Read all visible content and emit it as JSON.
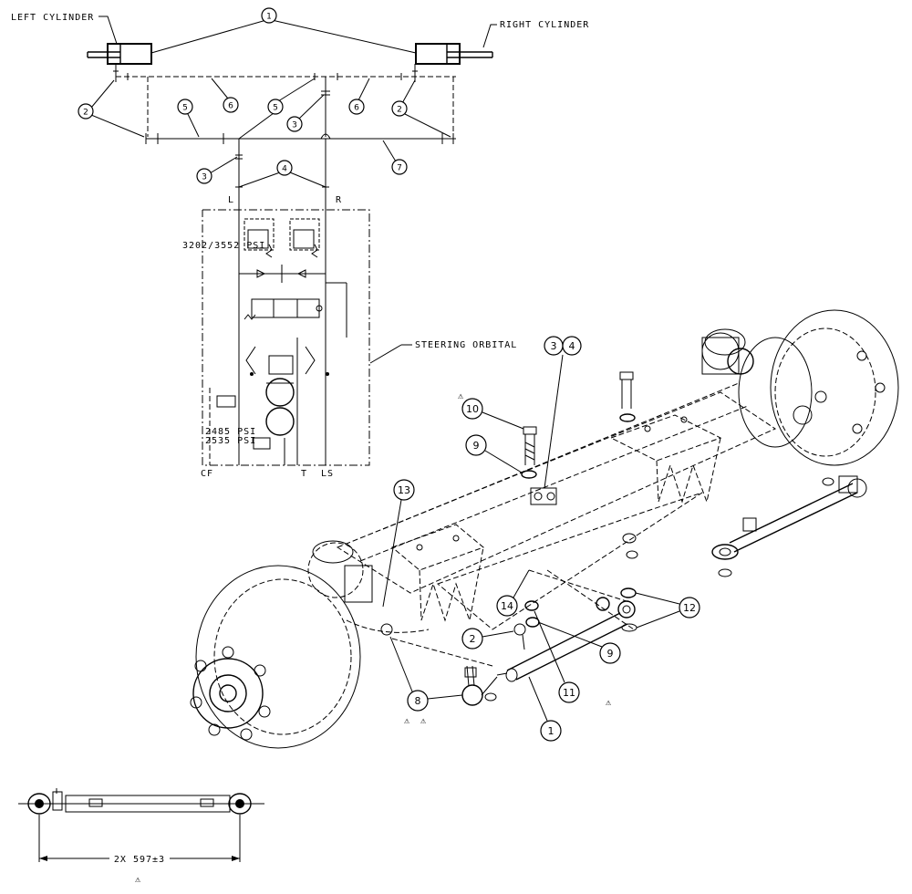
{
  "labels": {
    "left_cylinder": "LEFT CYLINDER",
    "right_cylinder": "RIGHT CYLINDER",
    "steering_orbital": "STEERING ORBITAL",
    "relief_pressure": "3202/3552 PSI",
    "pressure_2485": "2485 PSI",
    "pressure_2535": "2535 PSI",
    "port_l": "L",
    "port_r": "R",
    "port_cf": "CF",
    "port_t": "T",
    "port_ls": "LS",
    "dimension": "2X 597±3"
  },
  "schematic_callouts": [
    {
      "id": "c1",
      "text": "1"
    },
    {
      "id": "c2a",
      "text": "2"
    },
    {
      "id": "c2b",
      "text": "2"
    },
    {
      "id": "c3a",
      "text": "3"
    },
    {
      "id": "c3b",
      "text": "3"
    },
    {
      "id": "c4",
      "text": "4"
    },
    {
      "id": "c5a",
      "text": "5"
    },
    {
      "id": "c5b",
      "text": "5"
    },
    {
      "id": "c6a",
      "text": "6"
    },
    {
      "id": "c6b",
      "text": "6"
    },
    {
      "id": "c7",
      "text": "7"
    }
  ],
  "assembly_callouts": [
    {
      "id": "a1",
      "text": "1"
    },
    {
      "id": "a2",
      "text": "2"
    },
    {
      "id": "a34a",
      "text": "3"
    },
    {
      "id": "a34b",
      "text": "4"
    },
    {
      "id": "a8",
      "text": "8"
    },
    {
      "id": "a9a",
      "text": "9"
    },
    {
      "id": "a9b",
      "text": "9"
    },
    {
      "id": "a10",
      "text": "10"
    },
    {
      "id": "a11",
      "text": "11"
    },
    {
      "id": "a12",
      "text": "12"
    },
    {
      "id": "a13",
      "text": "13"
    },
    {
      "id": "a14",
      "text": "14"
    }
  ],
  "warning_symbol": "⚠"
}
